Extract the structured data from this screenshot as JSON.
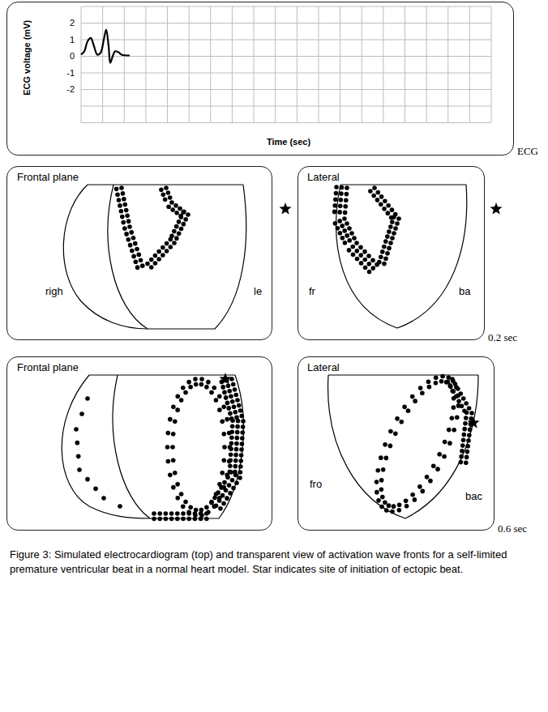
{
  "diagram": {
    "caption": "Figure 3: Simulated electrocardiogram (top) and transparent view of activation wave fronts for a self-limited premature ventricular beat in a normal heart model. Star indicates site of initiation of ectopic beat.",
    "nodes": [
      {
        "text": [
          "ECG voltage (mV)",
          "Time (sec)"
        ]
      },
      {
        "text": [
          "Frontal plane",
          "righ",
          "le"
        ]
      },
      {
        "text": [
          "Lateral",
          "fr",
          "ba"
        ]
      },
      {
        "text": [
          "Frontal plane"
        ]
      },
      {
        "text": [
          "Lateral",
          "fro",
          "bac"
        ]
      }
    ],
    "labels": [
      "2",
      "1",
      "0",
      "-1",
      "-2",
      "ECG",
      "0.2 sec",
      "0.6 sec"
    ]
  }
}
